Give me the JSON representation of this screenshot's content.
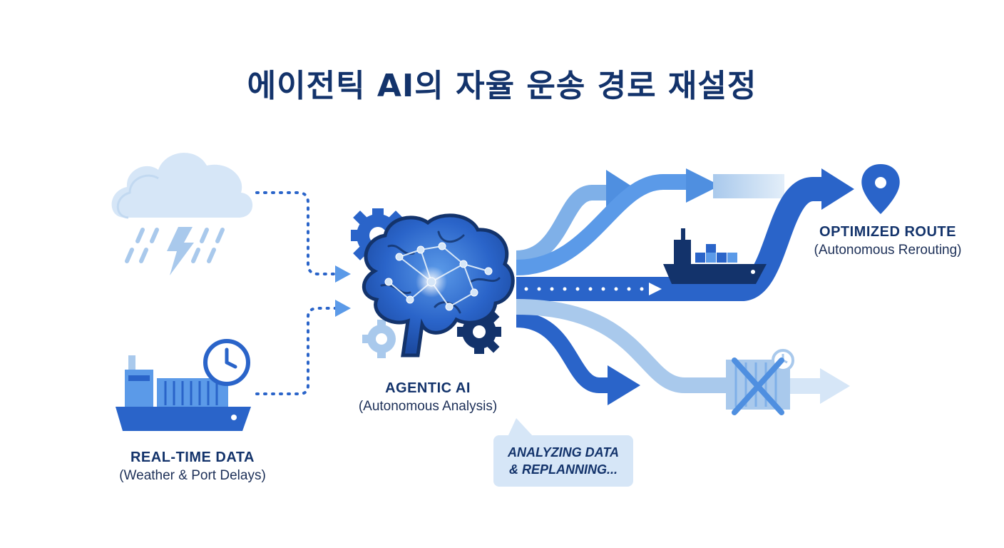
{
  "title": "에이전틱 AI의 자율 운송 경로 재설정",
  "nodes": {
    "input": {
      "heading": "REAL-TIME DATA",
      "sub": "(Weather & Port Delays)"
    },
    "agent": {
      "heading": "AGENTIC AI",
      "sub": "(Autonomous Analysis)"
    },
    "output": {
      "heading": "OPTIMIZED ROUTE",
      "sub": "(Autonomous Rerouting)"
    }
  },
  "status_bubble": {
    "text": "ANALYZING DATA\n& REPLANNING..."
  },
  "colors": {
    "title": "#13336b",
    "primary_blue": "#2a64c9",
    "light_blue": "#a9c9ec",
    "pale_blue": "#d6e6f7",
    "navy": "#13336b"
  },
  "icons": {
    "weather": "storm-cloud-icon",
    "ship": "cargo-ship-icon",
    "clock": "clock-icon",
    "brain": "brain-network-icon",
    "gear": "gear-icon",
    "location": "map-pin-icon",
    "blocked": "x-mark-icon"
  }
}
